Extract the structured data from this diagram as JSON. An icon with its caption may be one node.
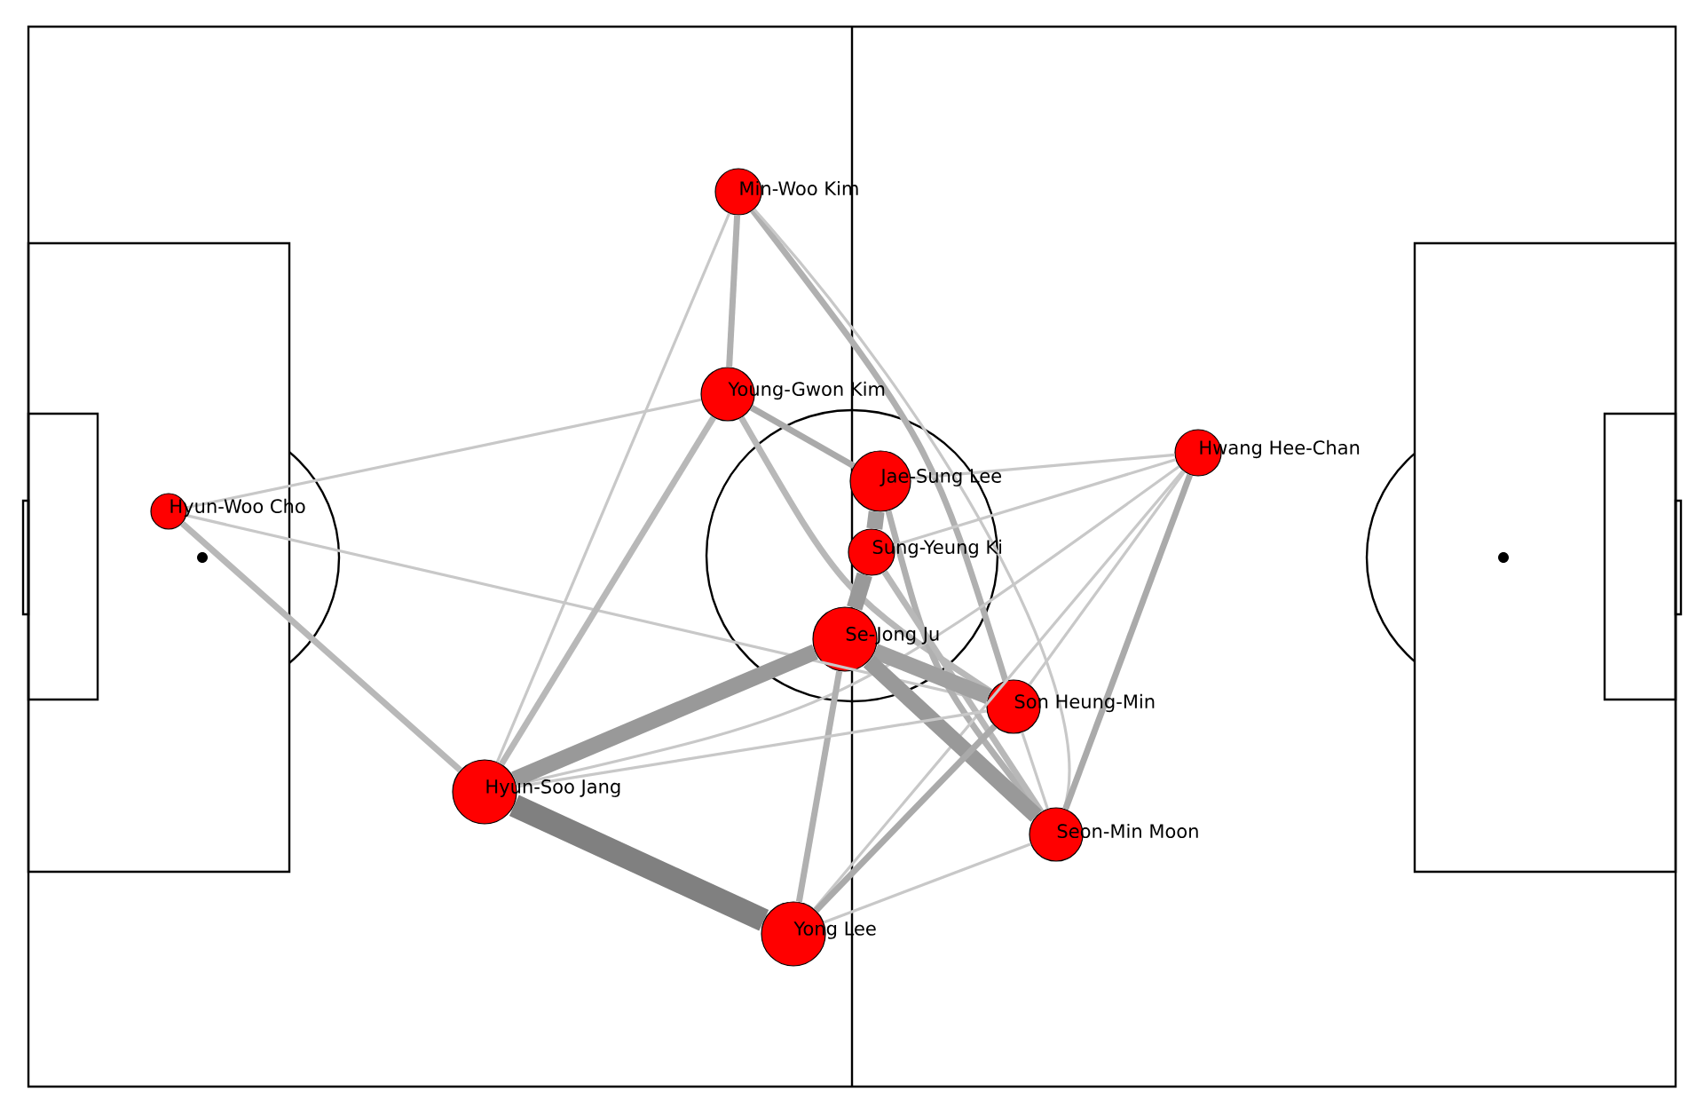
{
  "diagram": {
    "nodes": [
      {
        "text": [
          "Min-Woo Kim"
        ]
      },
      {
        "text": [
          "Young-Gwon Kim"
        ]
      },
      {
        "text": [
          "Hyun-Woo Cho"
        ]
      },
      {
        "text": [
          "Jae-Sung Lee"
        ]
      },
      {
        "text": [
          "Hwang Hee-Chan"
        ]
      },
      {
        "text": [
          "Sung-Yeung Ki"
        ]
      },
      {
        "text": [
          "Se-Jong Ju"
        ]
      },
      {
        "text": [
          "Son Heung-Min"
        ]
      },
      {
        "text": [
          "Hyun-Soo Jang"
        ]
      },
      {
        "text": [
          "Seon-Min Moon"
        ]
      },
      {
        "text": [
          "Yong Lee"
        ]
      }
    ],
    "edges": [
      {
        "from": 2,
        "to": 1,
        "arrow": "none"
      },
      {
        "from": 2,
        "to": 7,
        "arrow": "none"
      },
      {
        "from": 2,
        "to": 8,
        "arrow": "none",
        "color": "#b8b8b8"
      },
      {
        "from": 0,
        "to": 1,
        "arrow": "none",
        "color": "#b0b0b0"
      },
      {
        "from": 0,
        "to": 8,
        "arrow": "none"
      },
      {
        "from": 0,
        "to": 7,
        "arrow": "none",
        "color": "#b0b0b0"
      },
      {
        "from": 0,
        "to": 9,
        "arrow": "none"
      },
      {
        "from": 1,
        "to": 3,
        "arrow": "none",
        "color": "#aaaaaa"
      },
      {
        "from": 1,
        "to": 8,
        "arrow": "none",
        "color": "#b8b8b8"
      },
      {
        "from": 1,
        "to": 7,
        "arrow": "none",
        "color": "#b8b8b8"
      },
      {
        "from": 3,
        "to": 5,
        "arrow": "none",
        "style": "thick",
        "color": "#a0a0a0"
      },
      {
        "from": 3,
        "to": 4,
        "arrow": "none"
      },
      {
        "from": 3,
        "to": 9,
        "arrow": "none",
        "color": "#b0b0b0"
      },
      {
        "from": 4,
        "to": 5,
        "arrow": "none"
      },
      {
        "from": 4,
        "to": 8,
        "arrow": "none"
      },
      {
        "from": 4,
        "to": 7,
        "arrow": "none"
      },
      {
        "from": 4,
        "to": 10,
        "arrow": "none"
      },
      {
        "from": 4,
        "to": 9,
        "arrow": "none",
        "color": "#aaaaaa"
      },
      {
        "from": 5,
        "to": 6,
        "arrow": "none",
        "style": "thick",
        "color": "#999999"
      },
      {
        "from": 5,
        "to": 9,
        "arrow": "none",
        "color": "#b8b8b8"
      },
      {
        "from": 6,
        "to": 8,
        "arrow": "none",
        "style": "thick",
        "color": "#999999"
      },
      {
        "from": 6,
        "to": 7,
        "arrow": "none",
        "style": "thick",
        "color": "#a0a0a0"
      },
      {
        "from": 6,
        "to": 9,
        "arrow": "none",
        "style": "thick",
        "color": "#999999"
      },
      {
        "from": 6,
        "to": 10,
        "arrow": "none",
        "color": "#b0b0b0"
      },
      {
        "from": 7,
        "to": 8,
        "arrow": "none"
      },
      {
        "from": 7,
        "to": 10,
        "arrow": "none",
        "color": "#aaaaaa"
      },
      {
        "from": 7,
        "to": 9,
        "arrow": "none"
      },
      {
        "from": 8,
        "to": 10,
        "arrow": "none",
        "style": "thick",
        "color": "#808080"
      },
      {
        "from": 9,
        "to": 10,
        "arrow": "none"
      }
    ]
  }
}
